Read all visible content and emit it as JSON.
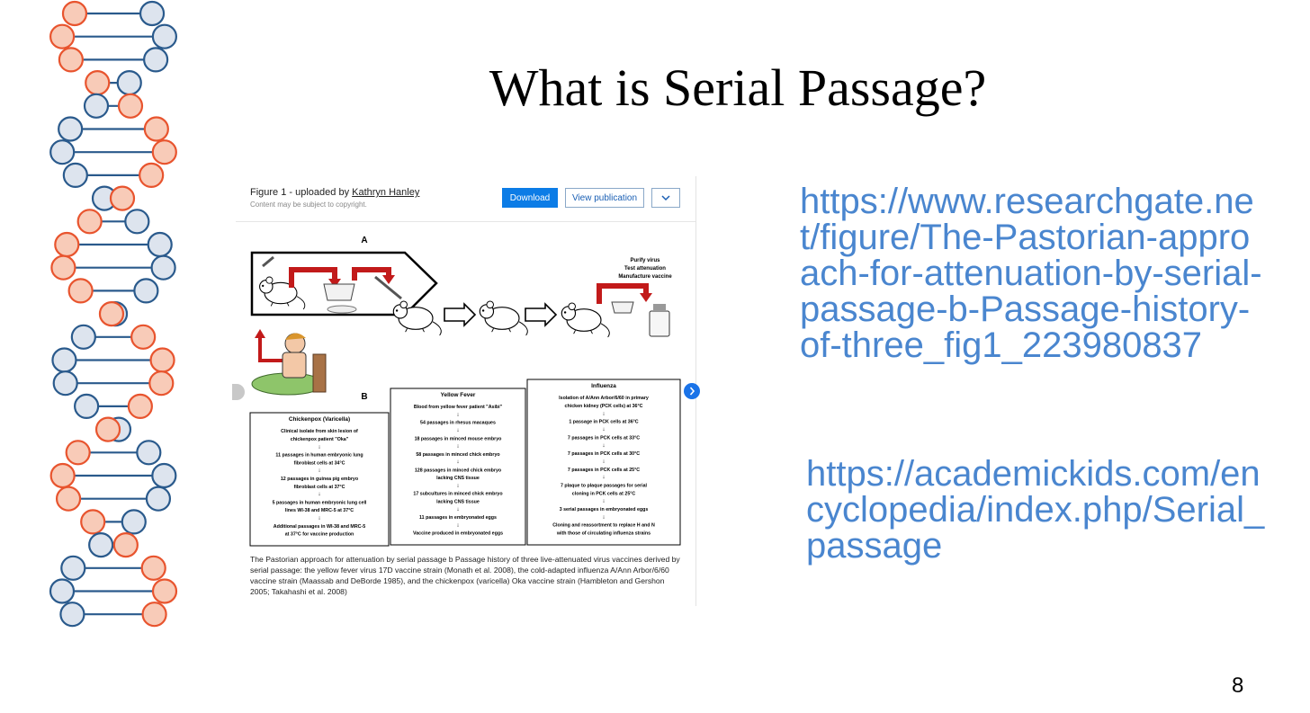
{
  "slide": {
    "title": "What is Serial Passage?",
    "number": "8"
  },
  "figure": {
    "header_prefix": "Figure 1 - uploaded by ",
    "uploader": "Kathryn Hanley",
    "copyright_note": "Content may be subject to copyright.",
    "download_label": "Download",
    "view_publication_label": "View publication",
    "panel_a_label": "A",
    "panel_b_label": "B",
    "panel_a_note": [
      "Purify virus",
      "Test attenuation",
      "Manufacture vaccine"
    ],
    "columns": [
      {
        "title": "Chickenpox (Varicella)",
        "steps": [
          [
            "Clinical isolate from skin lesion of",
            "chickenpox patient \"Oka\""
          ],
          [
            "11 passages in human embryonic lung",
            "fibroblast cells at 34°C"
          ],
          [
            "12 passages in guinea pig embryo",
            "fibroblast cells at 37°C"
          ],
          [
            "5 passages in human embryonic lung cell",
            "lines WI-38 and MRC-5 at 37°C"
          ],
          [
            "Additional passages in WI-38 and MRC-5",
            "at 37°C for vaccine production"
          ]
        ]
      },
      {
        "title": "Yellow Fever",
        "steps": [
          [
            "Blood from yellow fever patient \"Asibi\""
          ],
          [
            "54 passages in rhesus macaques"
          ],
          [
            "18 passages in minced mouse embryo"
          ],
          [
            "58 passages in minced chick embryo"
          ],
          [
            "128 passages in minced chick embryo",
            "lacking CNS tissue"
          ],
          [
            "17 subcultures in minced chick embryo",
            "lacking CNS tissue"
          ],
          [
            "11 passages in embryonated eggs"
          ],
          [
            "Vaccine produced in embryonated eggs"
          ]
        ]
      },
      {
        "title": "Influenza",
        "steps": [
          [
            "Isolation of A/Ann Arbor/6/60 in primary",
            "chicken kidney (PCK cells) at 36°C"
          ],
          [
            "1 passage in PCK cells at 36°C"
          ],
          [
            "7 passages in PCK cells at 33°C"
          ],
          [
            "7 passages in PCK cells at 30°C"
          ],
          [
            "7 passages in PCK cells at 25°C"
          ],
          [
            "7 plaque to plaque passages for serial",
            "cloning in PCK cells at 25°C"
          ],
          [
            "3 serial passages in embryonated eggs"
          ],
          [
            "Cloning and reassortment to replace H and N",
            "with those of circulating influenza strains"
          ]
        ]
      }
    ],
    "caption": "The Pastorian approach for attenuation by serial passage b Passage history of three live-attenuated virus vaccines derived by serial passage: the yellow fever virus 17D vaccine strain (Monath et al. 2008), the cold-adapted influenza A/Ann Arbor/6/60 vaccine strain (Maassab and DeBorde 1985), and the chickenpox (varicella) Oka vaccine strain (Hambleton and Gershon 2005; Takahashi et al. 2008)"
  },
  "links": [
    "https://www.researchgate.net/figure/The-Pastorian-approach-for-attenuation-by-serial-passage-b-Passage-history-of-three_fig1_223980837",
    "https://academickids.com/encyclopedia/index.php/Serial_passage"
  ],
  "colors": {
    "dna_orange_stroke": "#e8542e",
    "dna_orange_fill": "#f8cbb8",
    "dna_blue_stroke": "#2a5a8c",
    "dna_blue_fill": "#dde4ee",
    "link_blue": "#4a86cf",
    "download_blue": "#0c7ce6",
    "diagram_red": "#c21a1a"
  }
}
